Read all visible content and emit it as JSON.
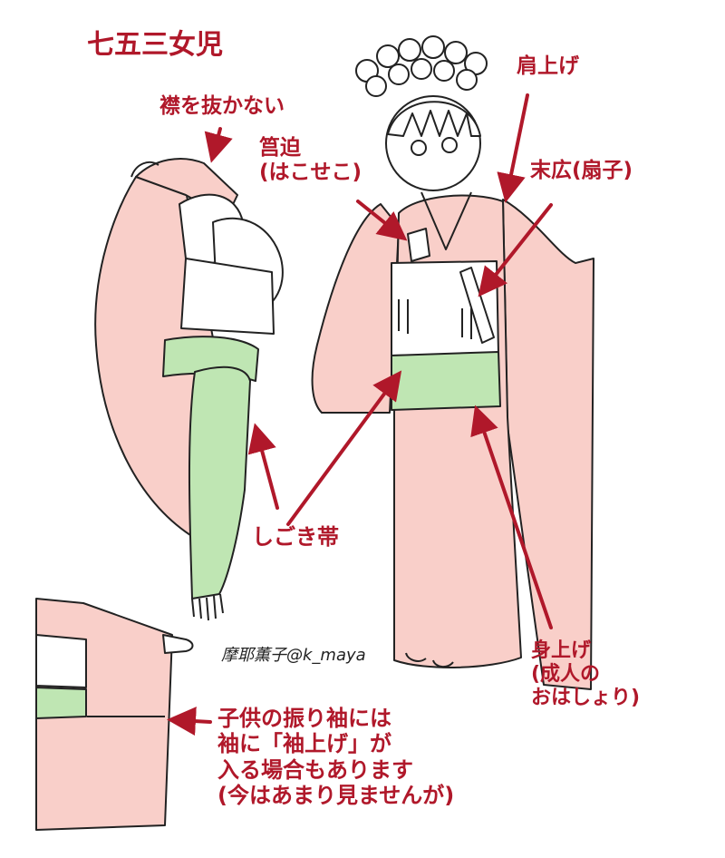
{
  "title": "七五三女児",
  "labels": {
    "eri": "襟を抜かない",
    "hakoseko": [
      "筥迫",
      "(はこせこ)"
    ],
    "kataage": "肩上げ",
    "suehiro": "末広(扇子)",
    "shigoki": "しごき帯",
    "miage": [
      "身上げ",
      "(成人の",
      "おはしょり)"
    ],
    "sodeage": [
      "子供の振り袖には",
      "袖に「袖上げ」が",
      "入る場合もあります",
      "(今はあまり見ませんが)"
    ]
  },
  "signature": "摩耶薫子@k_maya",
  "colors": {
    "label": "#b0182a",
    "kimono_pink": "#f9cfc9",
    "obi_green": "#bfe6b3",
    "line": "#222222"
  }
}
